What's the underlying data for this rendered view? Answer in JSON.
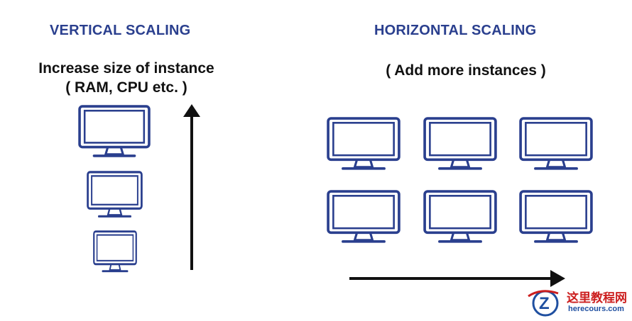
{
  "colors": {
    "heading": "#2a3f8e",
    "monitor": "#2a3f8e",
    "arrow": "#111111",
    "watermark_red": "#cc1f1f",
    "watermark_blue": "#1f4fa0"
  },
  "vertical": {
    "title": "VERTICAL SCALING",
    "description_line1": "Increase size of instance",
    "description_line2": "( RAM, CPU etc. )"
  },
  "horizontal": {
    "title": "HORIZONTAL SCALING",
    "description": "( Add more instances )"
  },
  "icons": {
    "monitor": "monitor-icon",
    "arrow_up": "arrow-up-icon",
    "arrow_right": "arrow-right-icon",
    "watermark_logo": "z-logo-icon"
  },
  "watermark": {
    "name": "这里教程网",
    "url": "herecours.com"
  }
}
